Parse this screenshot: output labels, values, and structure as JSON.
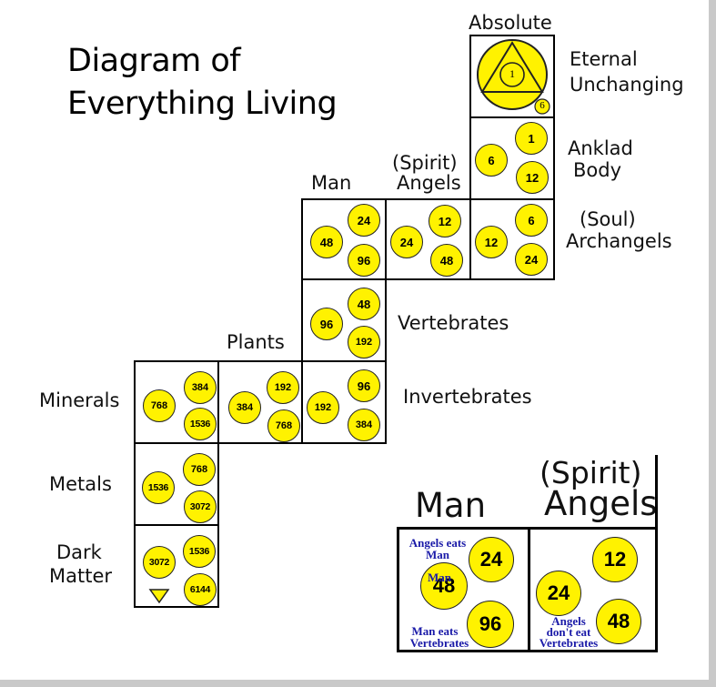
{
  "title": {
    "line1": "Diagram of",
    "line2": "Everything Living"
  },
  "labels": {
    "absolute": "Absolute",
    "eternal": "Eternal",
    "unchanging": "Unchanging",
    "anklad": "Anklad",
    "body": "Body",
    "soul": "(Soul)",
    "archangels": "Archangels",
    "man": "Man",
    "spirit": "(Spirit)",
    "angels": "Angels",
    "vertebrates": "Vertebrates",
    "plants": "Plants",
    "invertebrates": "Invertebrates",
    "minerals": "Minerals",
    "metals": "Metals",
    "dark": "Dark",
    "matter": "Matter"
  },
  "cells": {
    "absolute": {
      "center": "1",
      "corner": "6"
    },
    "anklad": [
      "6",
      "1",
      "12"
    ],
    "archangels": [
      "12",
      "6",
      "24"
    ],
    "angels": [
      "24",
      "12",
      "48"
    ],
    "man": [
      "48",
      "24",
      "96"
    ],
    "vertebrates": [
      "96",
      "48",
      "192"
    ],
    "invertebrates": [
      "192",
      "96",
      "384"
    ],
    "plants": [
      "384",
      "192",
      "768"
    ],
    "minerals": [
      "768",
      "384",
      "1536"
    ],
    "metals": [
      "1536",
      "768",
      "3072"
    ],
    "dark_matter": [
      "3072",
      "1536",
      "6144"
    ]
  },
  "inset": {
    "man_title": "Man",
    "spirit_title": "(Spirit)",
    "angels_title": "Angels",
    "man_cell": [
      "48",
      "24",
      "96"
    ],
    "angels_cell": [
      "24",
      "12",
      "48"
    ],
    "notes": {
      "angels_eats_1": "Angels eats",
      "angels_eats_2": "Man",
      "man": "Man",
      "man_eats_1": "Man eats",
      "man_eats_2": "Vertebrates",
      "angels_dont_1": "Angels",
      "angels_dont_2": "don't eat",
      "angels_dont_3": "Vertebrates"
    }
  },
  "colors": {
    "circle_fill": "#fff200",
    "note_text": "#1a1aa8",
    "frame": "#c9c9c9"
  }
}
